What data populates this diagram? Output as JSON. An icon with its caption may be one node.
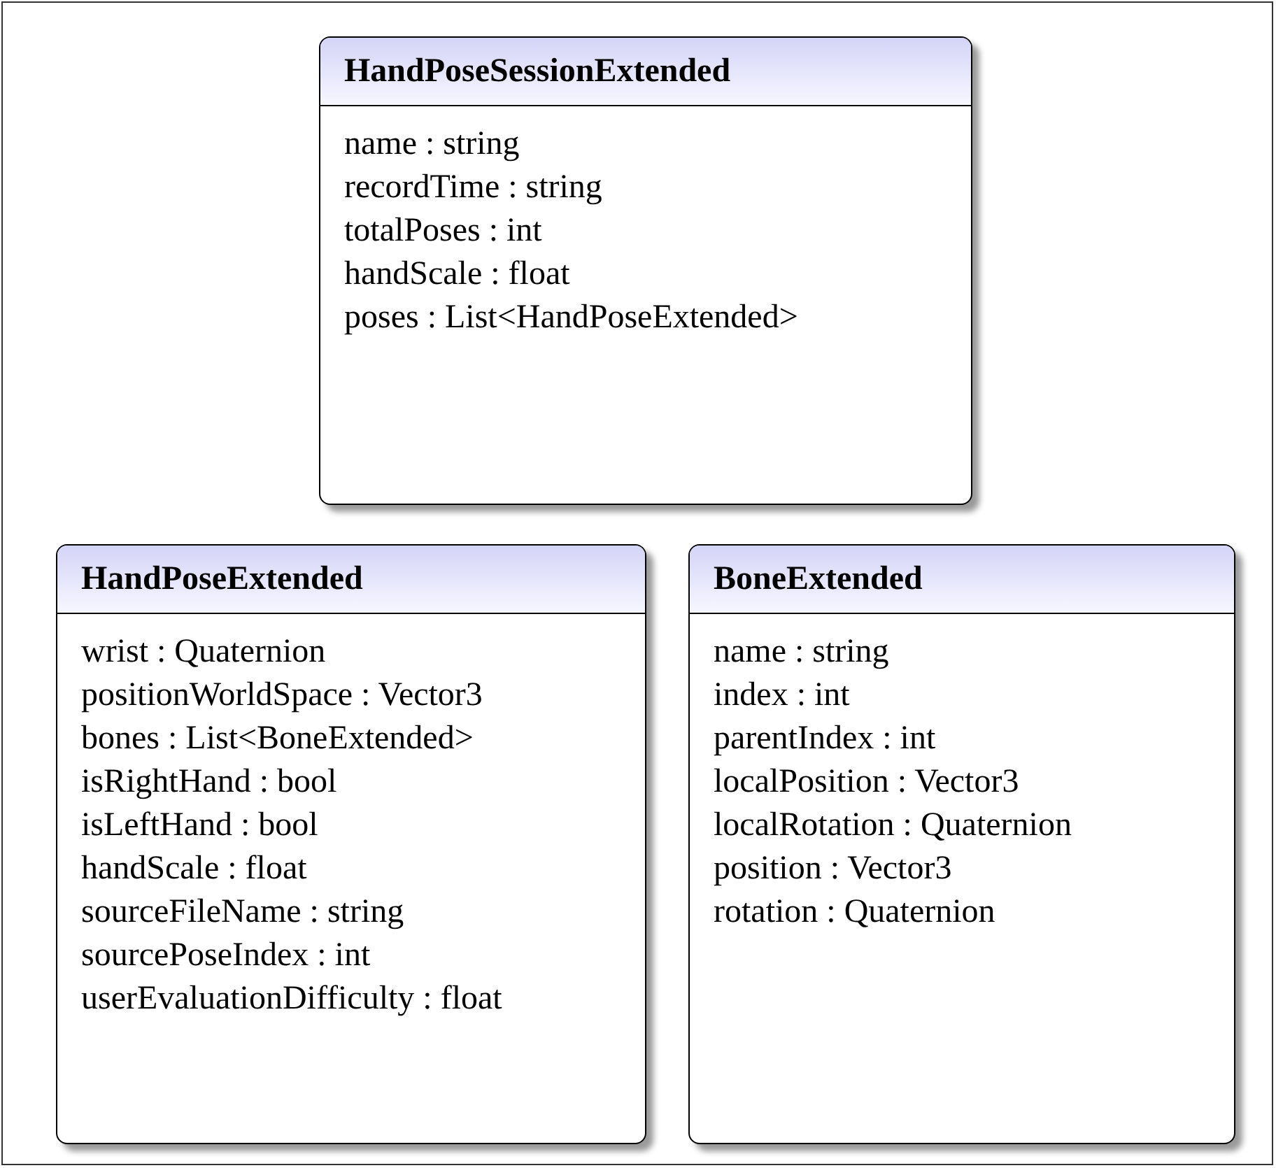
{
  "diagram": {
    "nodes": [
      {
        "text": [
          "HandPoseSessionExtended",
          "name : string",
          "recordTime : string",
          "totalPoses : int",
          "handScale : float",
          "poses : List<HandPoseExtended>"
        ]
      },
      {
        "text": [
          "HandPoseExtended",
          "wrist : Quaternion",
          "positionWorldSpace : Vector3",
          "bones : List<BoneExtended>",
          "isRightHand : bool",
          "isLeftHand : bool",
          "handScale : float",
          "sourceFileName : string",
          "sourcePoseIndex : int",
          "userEvaluationDifficulty : float"
        ]
      },
      {
        "text": [
          "BoneExtended",
          "name : string",
          "index : int",
          "parentIndex : int",
          "localPosition : Vector3",
          "localRotation : Quaternion",
          "position : Vector3",
          "rotation : Quaternion"
        ]
      }
    ]
  }
}
